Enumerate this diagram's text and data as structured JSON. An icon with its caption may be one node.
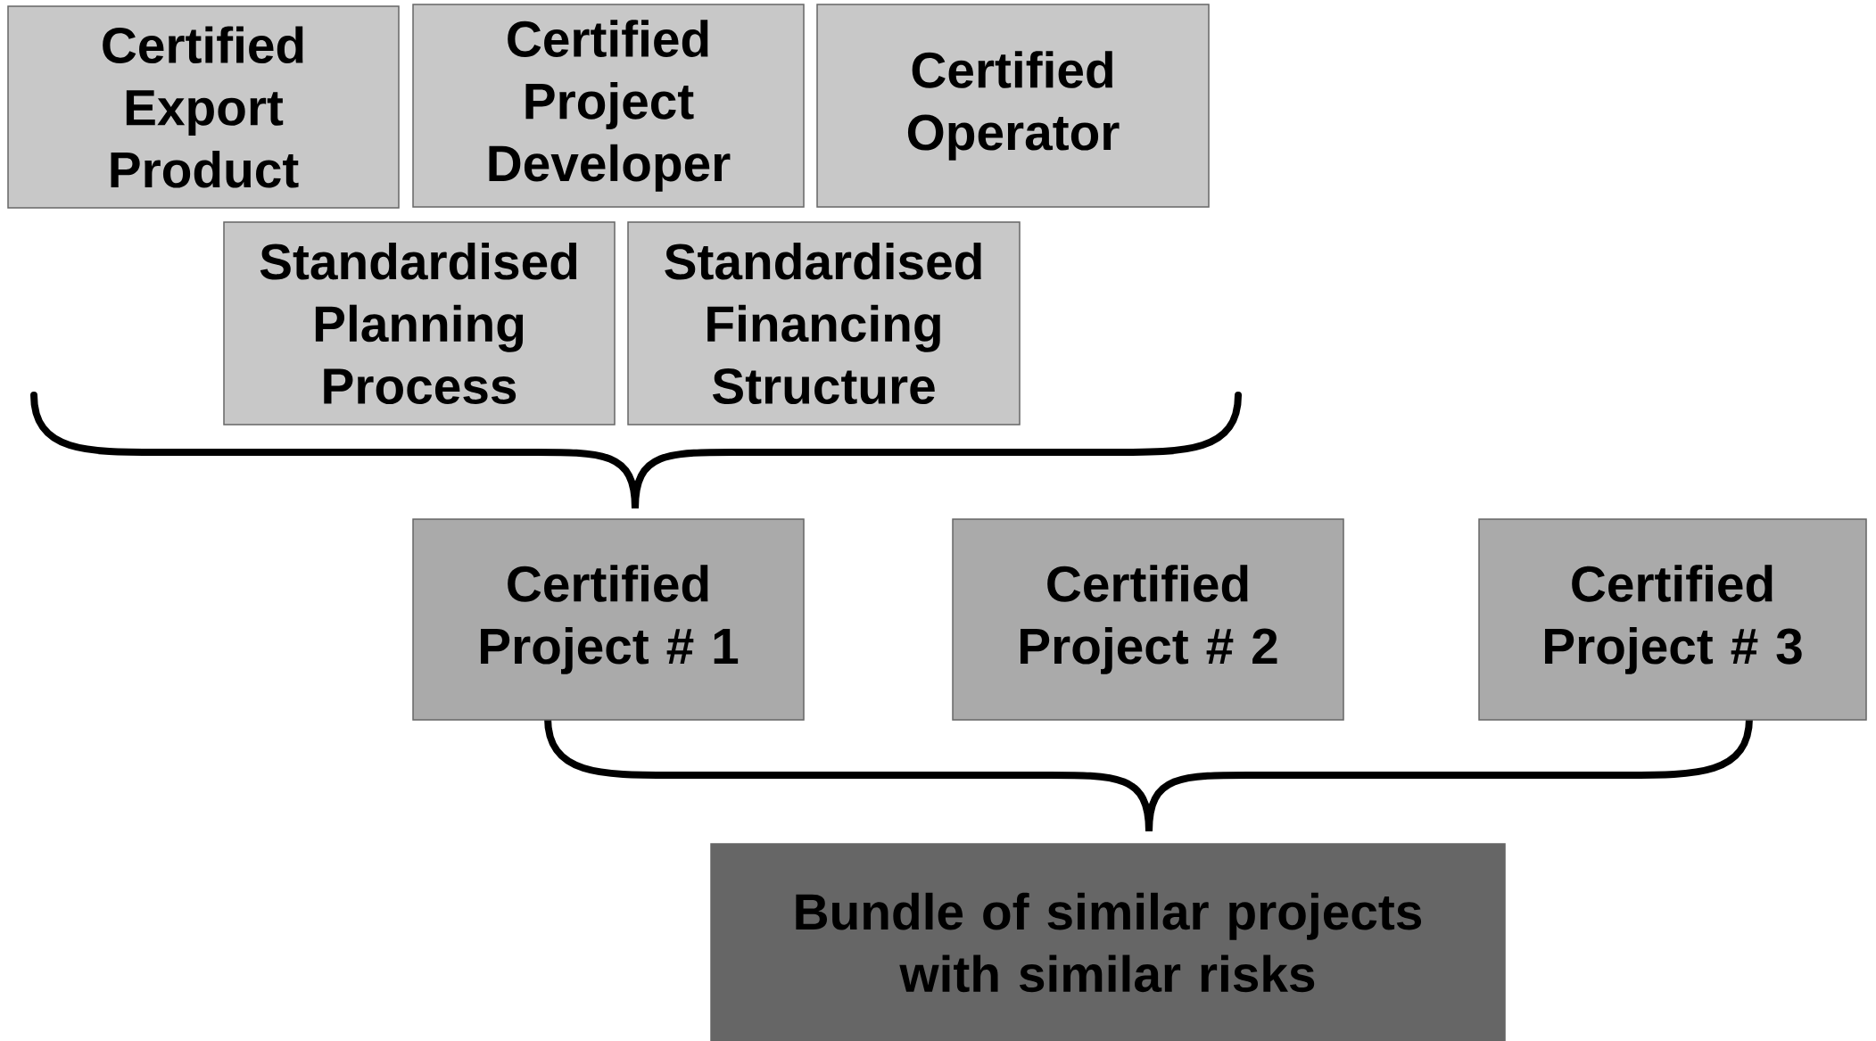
{
  "diagram": {
    "nodes": [
      {
        "text": [
          "Certified Export Product"
        ]
      },
      {
        "text": [
          "Certified Project Developer"
        ]
      },
      {
        "text": [
          "Certified Operator"
        ]
      },
      {
        "text": [
          "Standardised Planning Process"
        ]
      },
      {
        "text": [
          "Standardised Financing Structure"
        ]
      },
      {
        "text": [
          "Certified Project # 1"
        ]
      },
      {
        "text": [
          "Certified Project # 2"
        ]
      },
      {
        "text": [
          "Certified Project # 3"
        ]
      },
      {
        "text": [
          "Bundle of similar projects with similar risks"
        ]
      }
    ]
  }
}
